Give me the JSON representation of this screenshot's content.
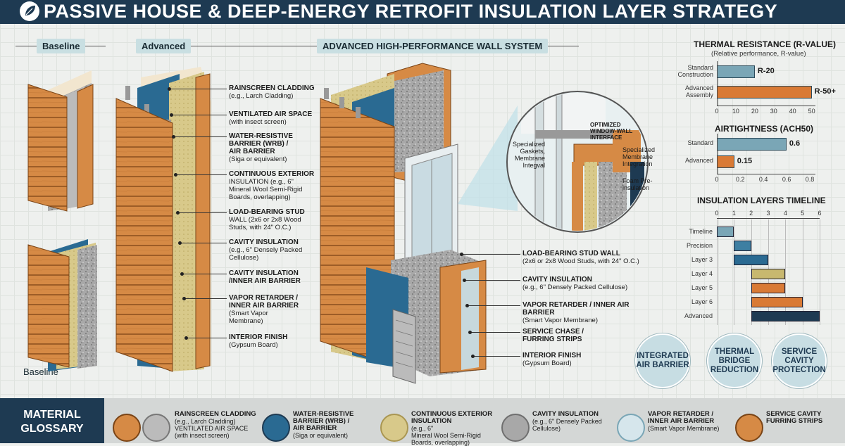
{
  "header": {
    "title": "PASSIVE HOUSE & DEEP-ENERGY RETROFIT INSULATION LAYER STRATEGY"
  },
  "tags": {
    "baseline": "Baseline",
    "advanced": "Advanced",
    "system": "ADVANCED HIGH-PERFORMANCE WALL SYSTEM",
    "baseline_bottom": "Baseline"
  },
  "left_labels": [
    {
      "title": "RAINSCREEN CLADDING",
      "sub": "(e.g., Larch Cladding)"
    },
    {
      "title": "VENTILATED AIR SPACE",
      "sub": "(with insect screen)"
    },
    {
      "title": "WATER-RESISTIVE\nBARRIER (WRB) /\nAIR BARRIER",
      "sub": "(Siga or equivalent)"
    },
    {
      "title": "CONTINUOUS EXTERIOR",
      "sub": "INSULATION (e.g., 6\"\nMineral Wool Semi-Rigid\nBoards, overlapping)"
    },
    {
      "title": "LOAD-BEARING STUD",
      "sub": "WALL (2x6 or 2x8 Wood\nStuds, with 24\" O.C.)"
    },
    {
      "title": "CAVITY INSULATION",
      "sub": "(e.g., 6\" Densely Packed\nCellulose)"
    },
    {
      "title": "CAVITY INSULATION\n/INNER AIR BARRIER",
      "sub": ""
    },
    {
      "title": "VAPOR RETARDER /\nINNER AIR BARRIER",
      "sub": "(Smart Vapor\nMembrane)"
    },
    {
      "title": "INTERIOR FINISH",
      "sub": "(Gypsum Board)"
    }
  ],
  "right_labels": [
    {
      "title": "LOAD-BEARING STUD WALL",
      "sub": "(2x6 or 2x8 Wood Studs, with 24\" O.C.)"
    },
    {
      "title": "CAVITY INSULATION",
      "sub": "(e.g., 6\" Densely Packed Cellulose)"
    },
    {
      "title": "VAPOR RETARDER / INNER AIR\nBARRIER",
      "sub": "(Smart Vapor Membrane)"
    },
    {
      "title": "SERVICE CHASE /\nFURRING STRIPS",
      "sub": ""
    },
    {
      "title": "INTERIOR FINISH",
      "sub": "(Gypsum Board)"
    }
  ],
  "detail": {
    "optimized": "OPTIMIZED\nWINDOW-WALL\nINTERFACE",
    "gaskets": "Specialized\nGaskets,\nMembrane\nIntegval",
    "membrane": "Specialized\nMembrane\nIntegration",
    "foam": "Foam Pre-\ninsulation"
  },
  "rvalue": {
    "title": "THERMAL RESISTANCE (R-VALUE)",
    "subtitle": "(Relative performance, R-value)",
    "cats": [
      "Standard\nConstruction",
      "Advanced\nAssembly"
    ],
    "values": [
      20,
      50
    ],
    "labels": [
      "R-20",
      "R-50+"
    ],
    "ticks": [
      "0",
      "10",
      "20",
      "30",
      "40",
      "50"
    ],
    "max": 52,
    "colors": [
      "#7aa6b6",
      "#d97a35"
    ]
  },
  "ach": {
    "title": "AIRTIGHTNESS (ACH50)",
    "cats": [
      "Standard",
      "Advanced"
    ],
    "values": [
      0.6,
      0.15
    ],
    "labels": [
      "0.6",
      "0.15"
    ],
    "ticks": [
      "0",
      "0.2",
      "0.4",
      "0.6",
      "0.8"
    ],
    "max": 0.85,
    "colors": [
      "#7aa6b6",
      "#d97a35"
    ]
  },
  "timeline": {
    "title": "INSULATION LAYERS TIMELINE",
    "ticks": [
      "0",
      "1",
      "2",
      "3",
      "4",
      "5",
      "6"
    ],
    "rows": [
      {
        "label": "Timeline",
        "start": 0,
        "end": 1,
        "color": "#7aa6b6"
      },
      {
        "label": "Precision",
        "start": 1,
        "end": 2,
        "color": "#3e7fa2"
      },
      {
        "label": "Layer 3",
        "start": 1,
        "end": 3,
        "color": "#2a6a92"
      },
      {
        "label": "Layer 4",
        "start": 2,
        "end": 4,
        "color": "#c8b86f"
      },
      {
        "label": "Layer 5",
        "start": 2,
        "end": 4,
        "color": "#d97a35"
      },
      {
        "label": "Layer 6",
        "start": 2,
        "end": 5,
        "color": "#d97a35"
      },
      {
        "label": "Advanced",
        "start": 2,
        "end": 6,
        "color": "#1e3a52"
      }
    ]
  },
  "badges": [
    "INTEGRATED\nAIR BARRIER",
    "THERMAL\nBRIDGE\nREDUCTION",
    "SERVICE\nCAVITY\nPROTECTION"
  ],
  "glossary": {
    "title": "MATERIAL\nGLOSSARY",
    "items": [
      {
        "title": "RAINSCREEN CLADDING",
        "sub": "(e.g., Larch Cladding)\nVENTILATED AIR SPACE\n(with insect screen)"
      },
      {
        "title": "WATER-RESISTIVE\nBARRIER (WRB) /\nAIR BARRIER",
        "sub": "(Siga or equivalent)"
      },
      {
        "title": "CONTINUOUS EXTERIOR\nINSULATION",
        "sub": "(e.g., 6\"\nMineral Wool Semi-Rigid\nBoards, overlapping)"
      },
      {
        "title": "CAVITY INSULATION",
        "sub": "(e.g., 6\" Densely Packed\nCellulose)"
      },
      {
        "title": "VAPOR RETARDER /\nINNER AIR BARRIER",
        "sub": "(Smart Vapor Membrane)"
      },
      {
        "title": "SERVICE CAVITY\nFURRING STRIPS",
        "sub": ""
      }
    ]
  }
}
